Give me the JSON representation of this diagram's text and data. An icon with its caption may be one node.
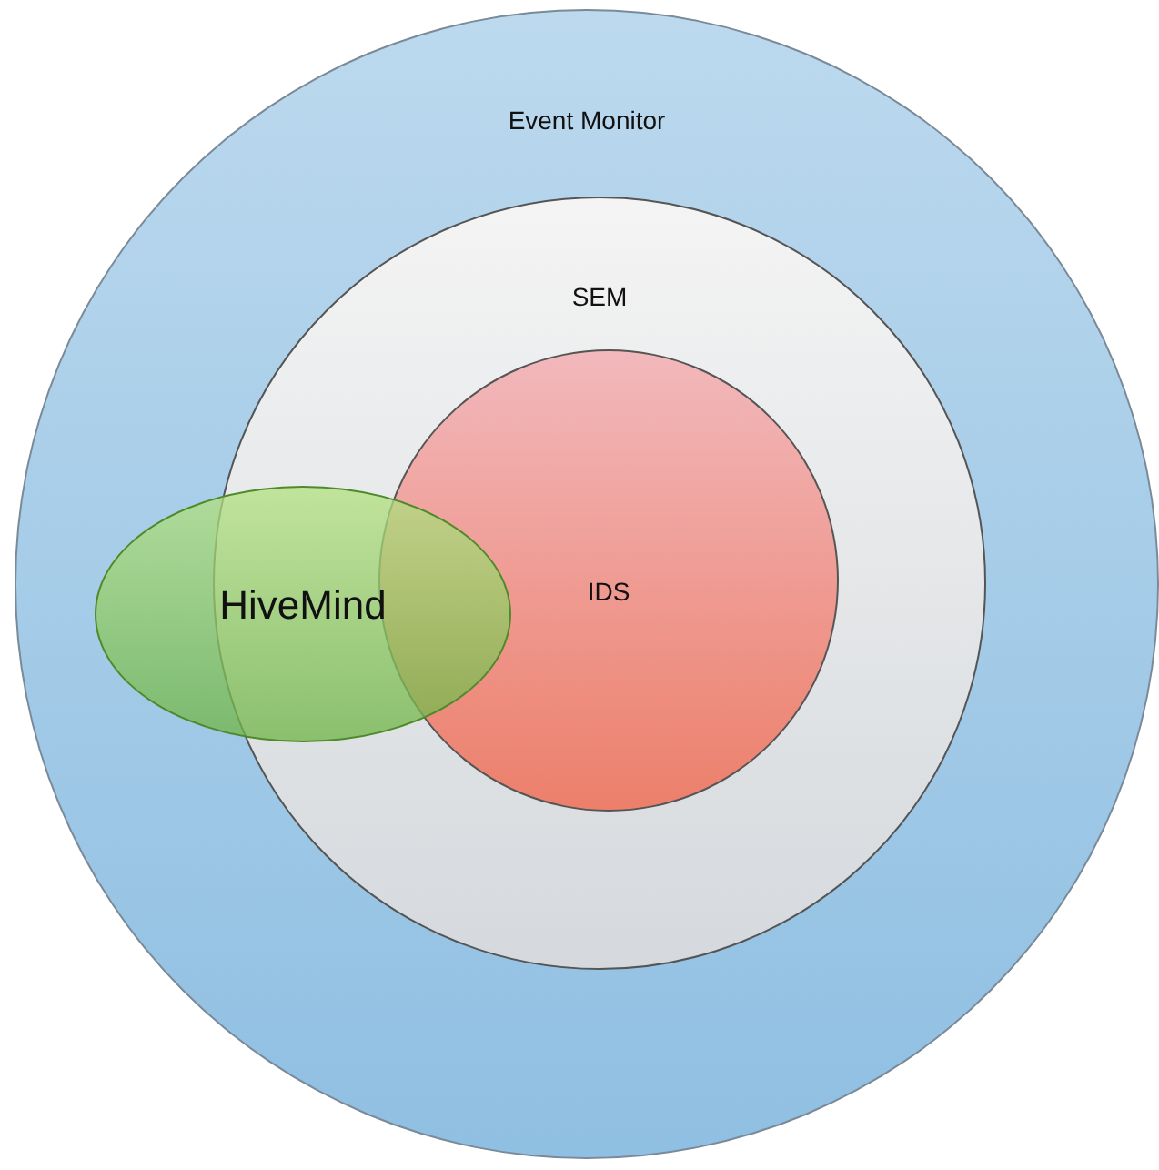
{
  "diagram": {
    "nodes": [
      {
        "text": [
          "Event Monitor"
        ]
      },
      {
        "text": [
          "SEM"
        ],
        "in": 0
      },
      {
        "text": [
          "IDS"
        ],
        "in": 1
      },
      {
        "text": [
          "HiveMind"
        ],
        "in": 0
      }
    ]
  }
}
